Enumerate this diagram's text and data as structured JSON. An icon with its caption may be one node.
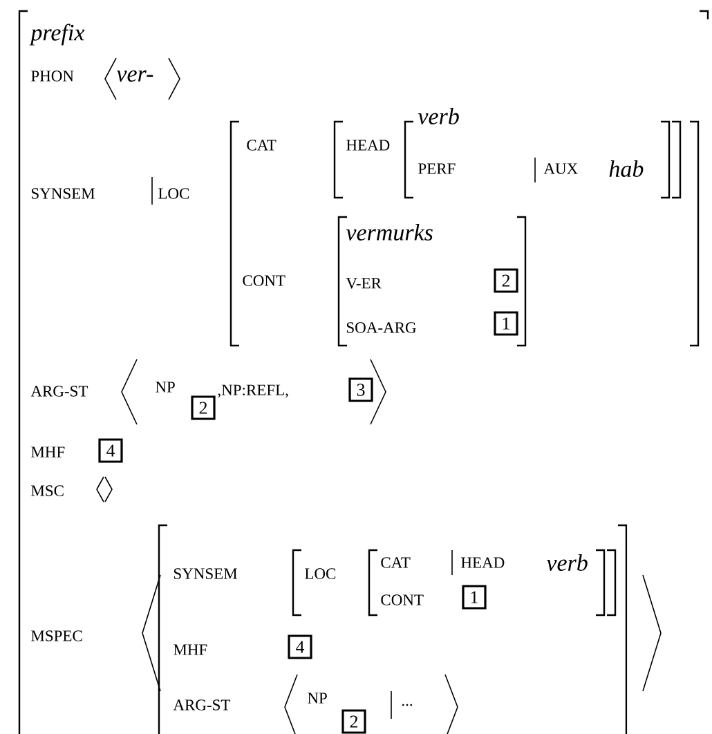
{
  "diagram": {
    "nodes": [
      {
        "text": [
          "2"
        ]
      },
      {
        "text": [
          "1"
        ]
      },
      {
        "text": [
          "2"
        ]
      },
      {
        "text": [
          "3"
        ]
      },
      {
        "text": [
          "4"
        ]
      },
      {
        "text": [
          "1"
        ]
      },
      {
        "text": [
          "4"
        ]
      },
      {
        "text": [
          "2"
        ]
      }
    ],
    "labels": [
      "prefix",
      "PHON",
      "ver-",
      "SYNSEM",
      "LOC",
      "CAT",
      "HEAD",
      "verb",
      "PERF",
      "AUX",
      "hab",
      "vermurks",
      "CONT",
      "V-ER",
      "SOA-ARG",
      "ARG-ST",
      "NP",
      ",NP:REFL,",
      "MHF",
      "MSC",
      "MSPEC",
      "SYNSEM",
      "LOC",
      "CAT",
      "HEAD",
      "verb",
      "CONT",
      "MHF",
      "ARG-ST",
      "NP",
      "..."
    ]
  }
}
